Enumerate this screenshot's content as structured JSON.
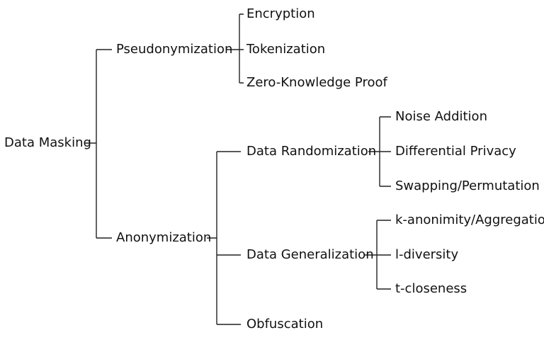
{
  "diagram": {
    "root": {
      "label": "Data Masking"
    },
    "branches": [
      {
        "label": "Pseudonymization",
        "children": [
          {
            "label": "Encryption"
          },
          {
            "label": "Tokenization"
          },
          {
            "label": "Zero-Knowledge Proof"
          }
        ]
      },
      {
        "label": "Anonymization",
        "children": [
          {
            "label": "Data Randomization",
            "children": [
              {
                "label": "Noise Addition"
              },
              {
                "label": "Differential Privacy"
              },
              {
                "label": "Swapping/Permutation"
              }
            ]
          },
          {
            "label": "Data Generalization",
            "children": [
              {
                "label": "k-anonimity/Aggregation"
              },
              {
                "label": "l-diversity"
              },
              {
                "label": "t-closeness"
              }
            ]
          },
          {
            "label": "Obfuscation"
          }
        ]
      }
    ]
  }
}
